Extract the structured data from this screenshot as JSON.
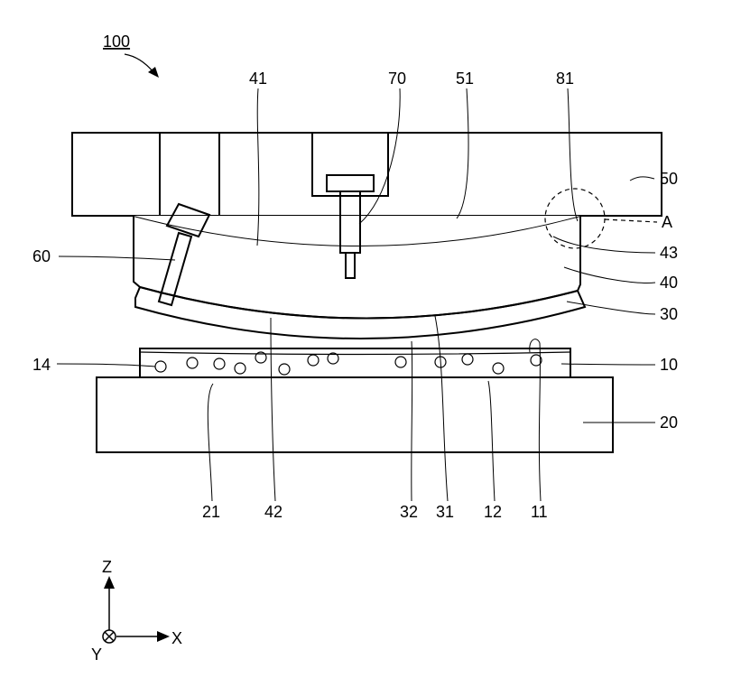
{
  "figure_label": "100",
  "labels": {
    "l41": "41",
    "l70": "70",
    "l51": "51",
    "l81": "81",
    "l50": "50",
    "lA": "A",
    "l43": "43",
    "l60": "60",
    "l40": "40",
    "l30": "30",
    "l14": "14",
    "l10": "10",
    "l20": "20",
    "l21": "21",
    "l42": "42",
    "l32": "32",
    "l31": "31",
    "l12": "12",
    "l11": "11"
  },
  "axes": {
    "z": "Z",
    "x": "X",
    "y": "Y"
  }
}
